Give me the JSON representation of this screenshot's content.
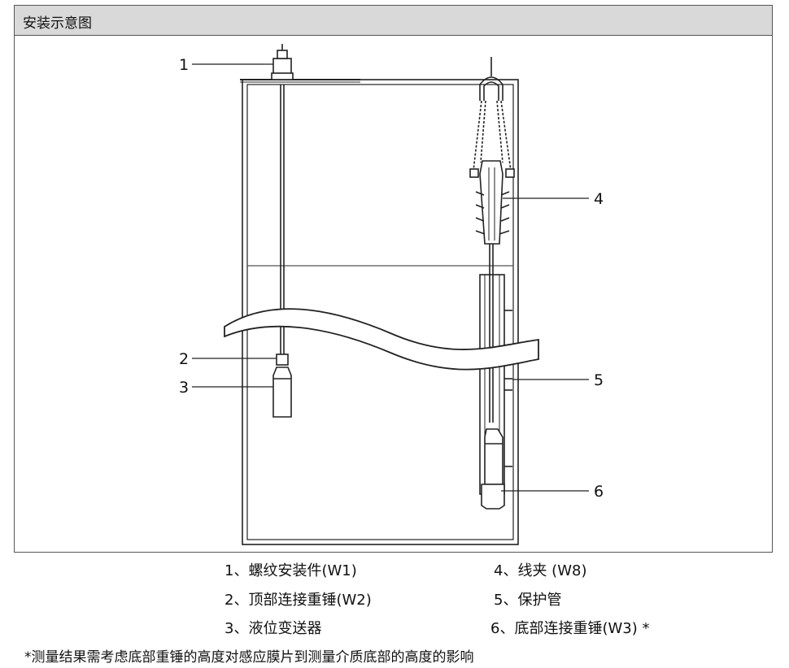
{
  "panel": {
    "title": "安装示意图"
  },
  "diagram": {
    "callouts": [
      "1",
      "2",
      "3",
      "4",
      "5",
      "6"
    ]
  },
  "legend": {
    "items": [
      "1、螺纹安装件(W1)",
      "2、顶部连接重锤(W2)",
      "3、液位变送器",
      "4、线夹  (W8)",
      "5、保护管",
      "6、底部连接重锤(W3) *"
    ]
  },
  "footnote": "*测量结果需考虑底部重锤的高度对感应膜片到测量介质底部的高度的影响"
}
